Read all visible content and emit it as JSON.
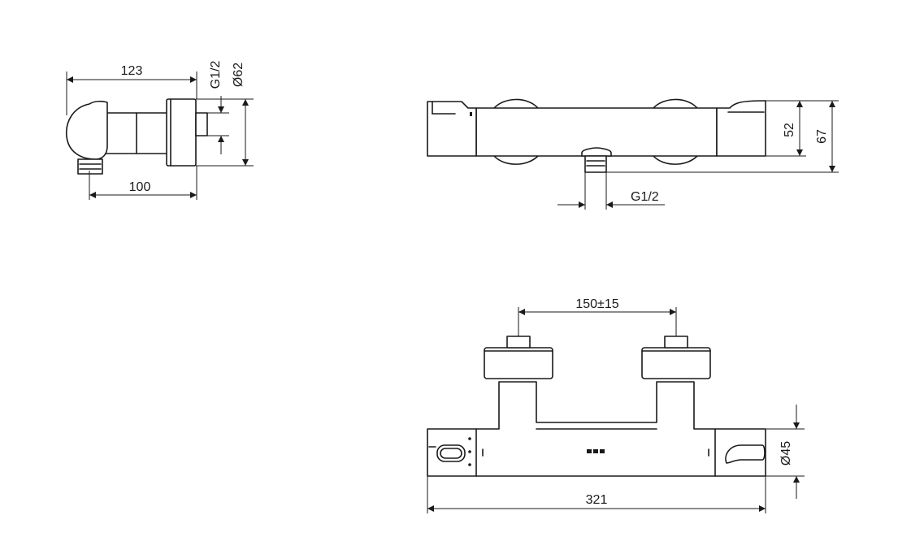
{
  "dimensions": {
    "side_depth": "123",
    "side_inlet_thread": "G1/2",
    "side_diameter": "Ø62",
    "side_offset": "100",
    "front_outlet_thread": "G1/2",
    "front_body_height": "52",
    "front_total_height": "67",
    "top_centers": "150±15",
    "top_body_diameter": "Ø45",
    "top_total_length": "321"
  }
}
